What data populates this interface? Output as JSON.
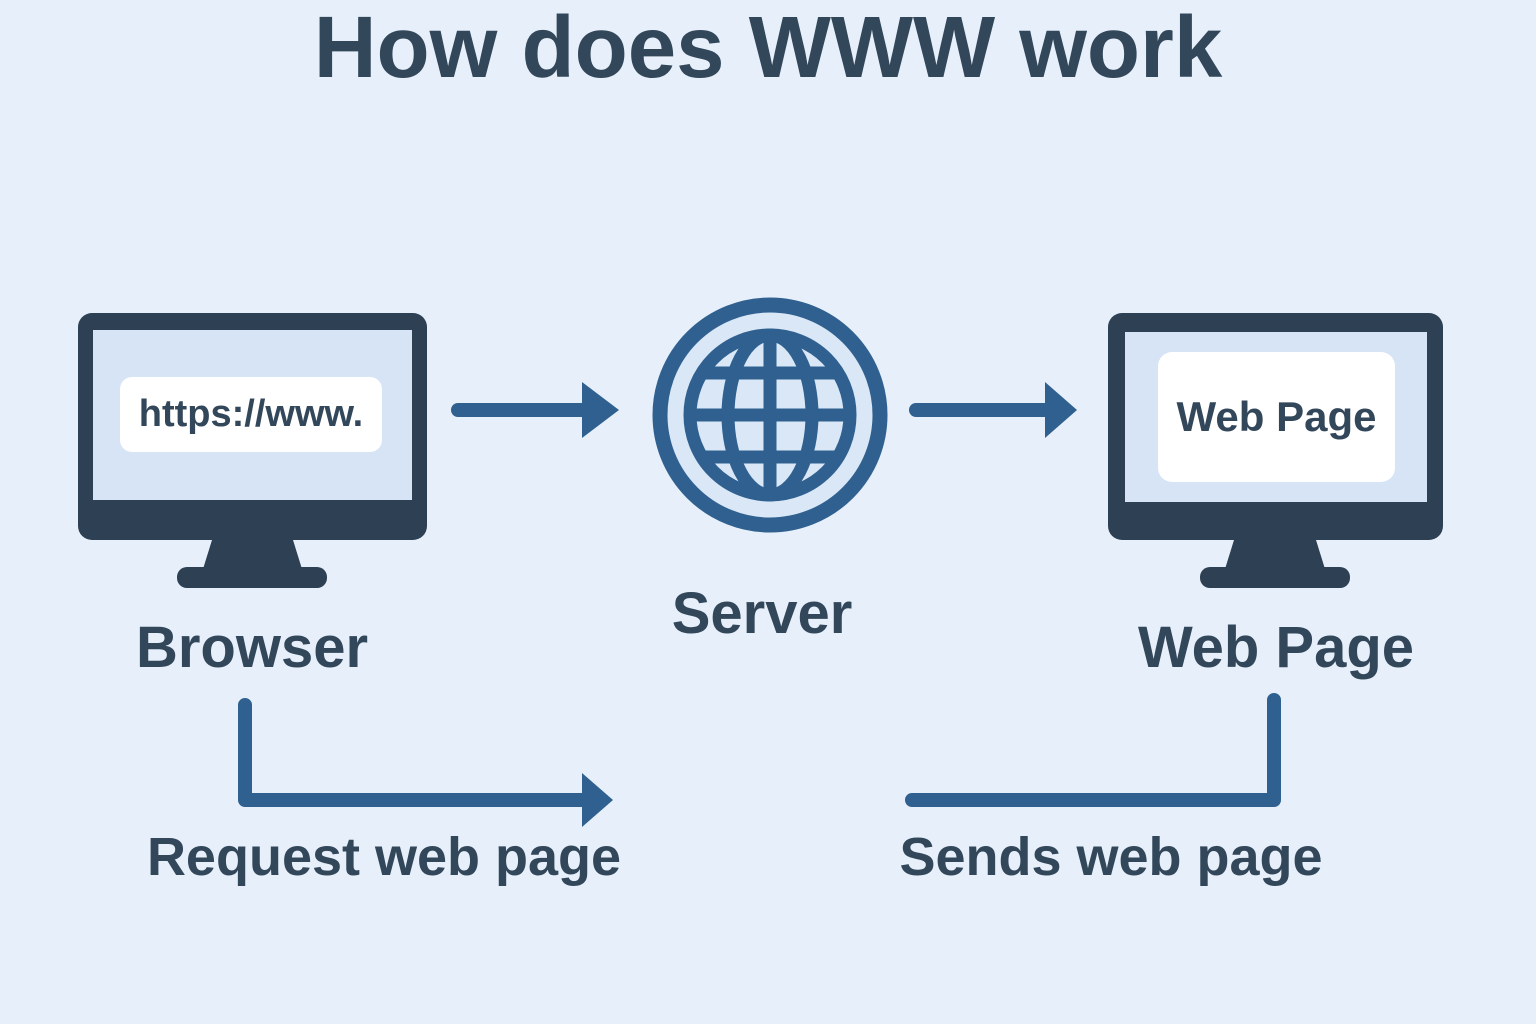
{
  "title": "How does WWW work",
  "colors": {
    "background": "#e7f0fa",
    "dark": "#2e4053",
    "text": "#33475b",
    "accent": "#2f608f",
    "screen": "#d6e4f6",
    "globe_fill": "#d9e7f7",
    "white": "#ffffff"
  },
  "nodes": {
    "browser": {
      "label": "Browser",
      "screen_text": "https://www."
    },
    "server": {
      "label": "Server"
    },
    "web_page": {
      "label": "Web Page",
      "screen_text": "Web Page"
    }
  },
  "flows": {
    "request": {
      "label": "Request web page"
    },
    "sends": {
      "label": "Sends web page"
    }
  }
}
